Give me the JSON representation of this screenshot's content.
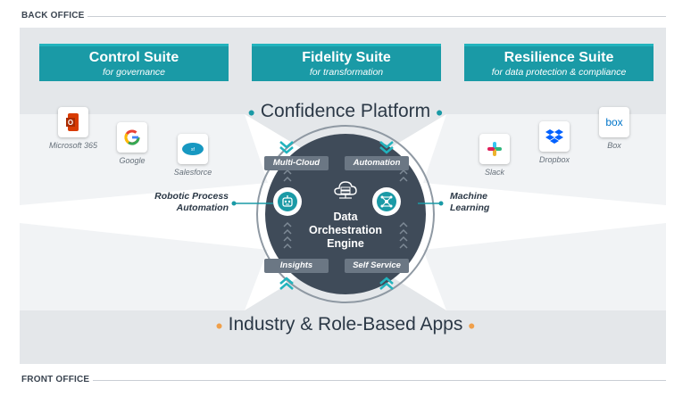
{
  "sections": {
    "back_office": "BACK OFFICE",
    "front_office": "FRONT OFFICE"
  },
  "suites": [
    {
      "title": "Control Suite",
      "subtitle": "for governance"
    },
    {
      "title": "Fidelity Suite",
      "subtitle": "for transformation"
    },
    {
      "title": "Resilience Suite",
      "subtitle": "for data protection & compliance"
    }
  ],
  "platform_title": "Confidence Platform",
  "apps_title": "Industry & Role-Based Apps",
  "left_apps": [
    "Microsoft 365",
    "Google",
    "Salesforce"
  ],
  "right_apps": [
    "Slack",
    "Dropbox",
    "Box"
  ],
  "engine": {
    "line1": "Data",
    "line2": "Orchestration",
    "line3": "Engine",
    "pills": [
      "Multi-Cloud",
      "Automation",
      "Insights",
      "Self Service"
    ]
  },
  "side_labels": {
    "left_line1": "Robotic Process",
    "left_line2": "Automation",
    "right_line1": "Machine",
    "right_line2": "Learning"
  },
  "icons": {
    "microsoft": "microsoft-365-icon",
    "google": "google-icon",
    "salesforce": "salesforce-icon",
    "slack": "slack-icon",
    "dropbox": "dropbox-icon",
    "box": "box-icon",
    "engine": "data-stack-cloud-icon",
    "rpa": "robot-icon",
    "ml": "network-nodes-icon"
  },
  "colors": {
    "teal": "#1a9aa6",
    "slate": "#3f4b59",
    "orange": "#f0a04b",
    "band": "#e4e7ea"
  }
}
